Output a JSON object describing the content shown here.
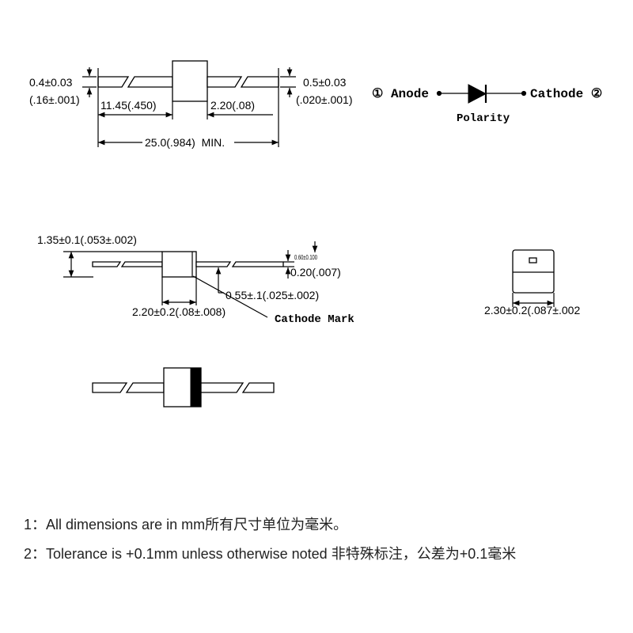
{
  "top_view": {
    "left_lead_dia_mm": "0.4±0.03",
    "left_lead_dia_in": "(.16±.001)",
    "lead_length": "11.45(.450)",
    "body_length": "2.20(.08)",
    "right_lead_dia_mm": "0.5±0.03",
    "right_lead_dia_in": "(.020±.001)",
    "overall_length": "25.0(.984)  MIN."
  },
  "polarity": {
    "anode_label": "① Anode",
    "cathode_label": "Cathode ②",
    "title": "Polarity"
  },
  "side_view": {
    "body_diameter": "1.35±0.1(.053±.002)",
    "dim_small": "0.60±0.100",
    "dim_thickness": "0.20(.007)",
    "lead_dim": "0.55±.1(.025±.002)",
    "body_length": "2.20±0.2(.08±.008)",
    "cathode_mark": "Cathode Mark"
  },
  "end_view": {
    "width": "2.30±0.2(.087±.002"
  },
  "notes": [
    "1：All dimensions are in mm所有尺寸单位为毫米。",
    "2：Tolerance is +0.1mm unless otherwise noted 非特殊标注，公差为+0.1毫米"
  ]
}
